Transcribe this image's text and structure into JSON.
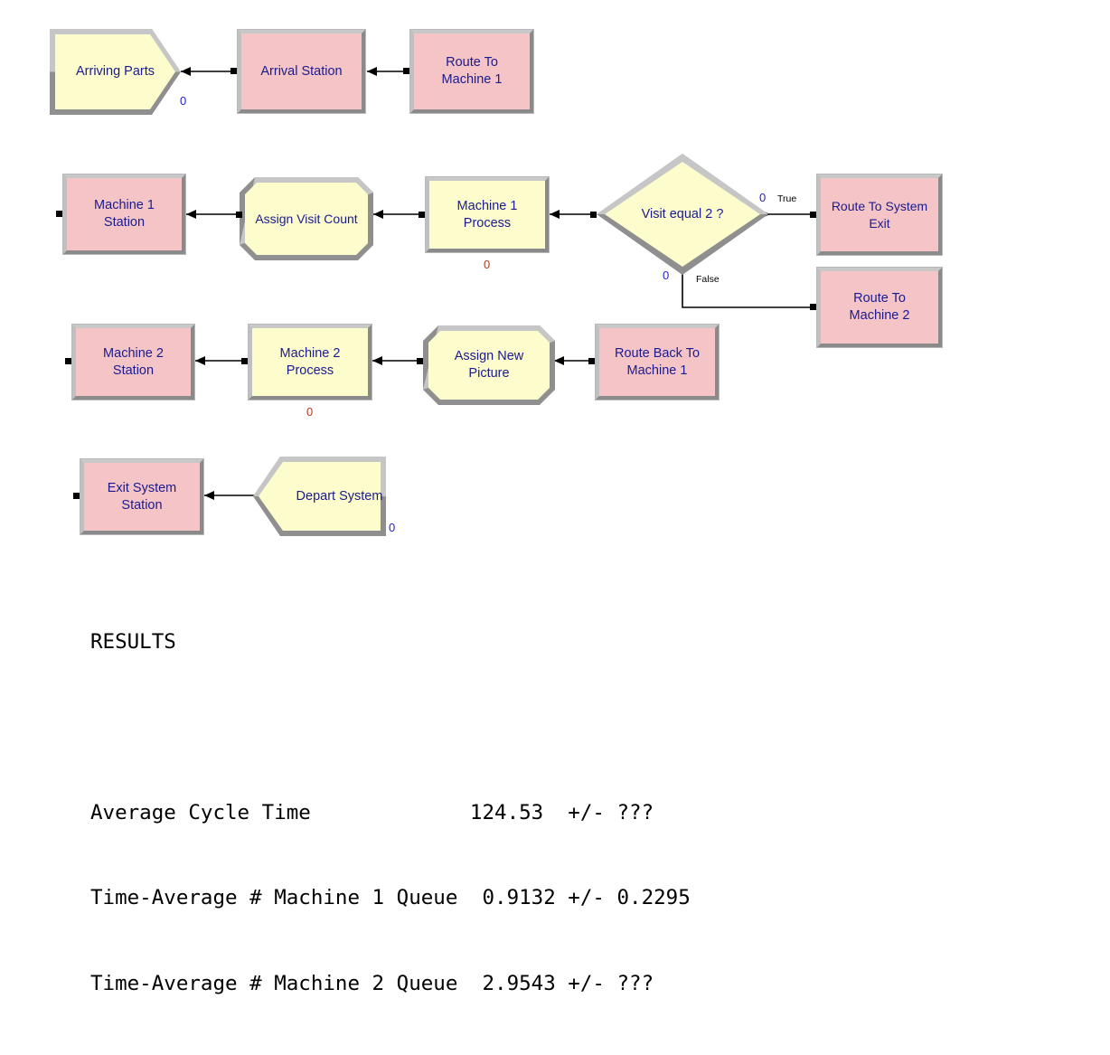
{
  "model": {
    "title": "Arena Simulation Model - Two Machine Routing",
    "colors": {
      "entity_fill_yellow": "#fcfccc",
      "station_fill_pink": "#f4c4c6",
      "border_light": "#c6c6c6",
      "border_dark": "#8f8f8f",
      "text_navy": "#1b1b8f",
      "counter_blue": "#2222cc",
      "counter_red": "#b03a20",
      "connector_black": "#000000",
      "canvas_background": "#ffffff"
    },
    "blocks": [
      {
        "id": "arriving-parts",
        "label": "Arriving Parts",
        "shape": "pentagon-right",
        "fill": "yellow"
      },
      {
        "id": "arrival-station",
        "label": "Arrival Station",
        "shape": "rectangle",
        "fill": "pink"
      },
      {
        "id": "route-to-machine-1",
        "label": "Route To\nMachine 1",
        "shape": "rectangle",
        "fill": "pink"
      },
      {
        "id": "machine-1-station",
        "label": "Machine 1\nStation",
        "shape": "rectangle",
        "fill": "pink"
      },
      {
        "id": "assign-visit-count",
        "label": "Assign Visit Count",
        "shape": "octagon",
        "fill": "yellow"
      },
      {
        "id": "machine-1-process",
        "label": "Machine 1\nProcess",
        "shape": "rectangle",
        "fill": "yellow"
      },
      {
        "id": "visit-equal-2",
        "label": "Visit equal 2 ?",
        "shape": "diamond",
        "fill": "yellow"
      },
      {
        "id": "route-to-system-exit",
        "label": "Route To System\nExit",
        "shape": "rectangle",
        "fill": "pink"
      },
      {
        "id": "route-to-machine-2",
        "label": "Route To\nMachine 2",
        "shape": "rectangle",
        "fill": "pink"
      },
      {
        "id": "machine-2-station",
        "label": "Machine 2\nStation",
        "shape": "rectangle",
        "fill": "pink"
      },
      {
        "id": "machine-2-process",
        "label": "Machine 2\nProcess",
        "shape": "rectangle",
        "fill": "yellow"
      },
      {
        "id": "assign-new-picture",
        "label": "Assign New\nPicture",
        "shape": "octagon",
        "fill": "yellow"
      },
      {
        "id": "route-back-to-machine-1",
        "label": "Route Back To\nMachine 1",
        "shape": "rectangle",
        "fill": "pink"
      },
      {
        "id": "exit-system-station",
        "label": "Exit System\nStation",
        "shape": "rectangle",
        "fill": "pink"
      },
      {
        "id": "depart-system",
        "label": "Depart System",
        "shape": "pentagon-left",
        "fill": "yellow"
      }
    ],
    "counters": [
      {
        "id": "arriving-parts-counter",
        "value": "0",
        "color": "blue"
      },
      {
        "id": "machine-1-queue-counter",
        "value": "0",
        "color": "red"
      },
      {
        "id": "decide-true-counter",
        "value": "0",
        "color": "blue"
      },
      {
        "id": "decide-false-counter",
        "value": "0",
        "color": "blue"
      },
      {
        "id": "machine-2-queue-counter",
        "value": "0",
        "color": "red"
      },
      {
        "id": "depart-system-counter",
        "value": "0",
        "color": "blue"
      }
    ],
    "branch_labels": {
      "true": "True",
      "false": "False"
    }
  },
  "results": {
    "heading": "RESULTS",
    "rows": [
      {
        "name": "Average Cycle Time",
        "value": "124.53",
        "separator": "+/-",
        "halfwidth": "???",
        "line": "Average Cycle Time             124.53  +/- ???"
      },
      {
        "name": "Time-Average # Machine 1 Queue",
        "value": "0.9132",
        "separator": "+/-",
        "halfwidth": "0.2295",
        "line": "Time-Average # Machine 1 Queue  0.9132 +/- 0.2295"
      },
      {
        "name": "Time-Average # Machine 2 Queue",
        "value": "2.9543",
        "separator": "+/-",
        "halfwidth": "???",
        "line": "Time-Average # Machine 2 Queue  2.9543 +/- ???"
      }
    ]
  }
}
